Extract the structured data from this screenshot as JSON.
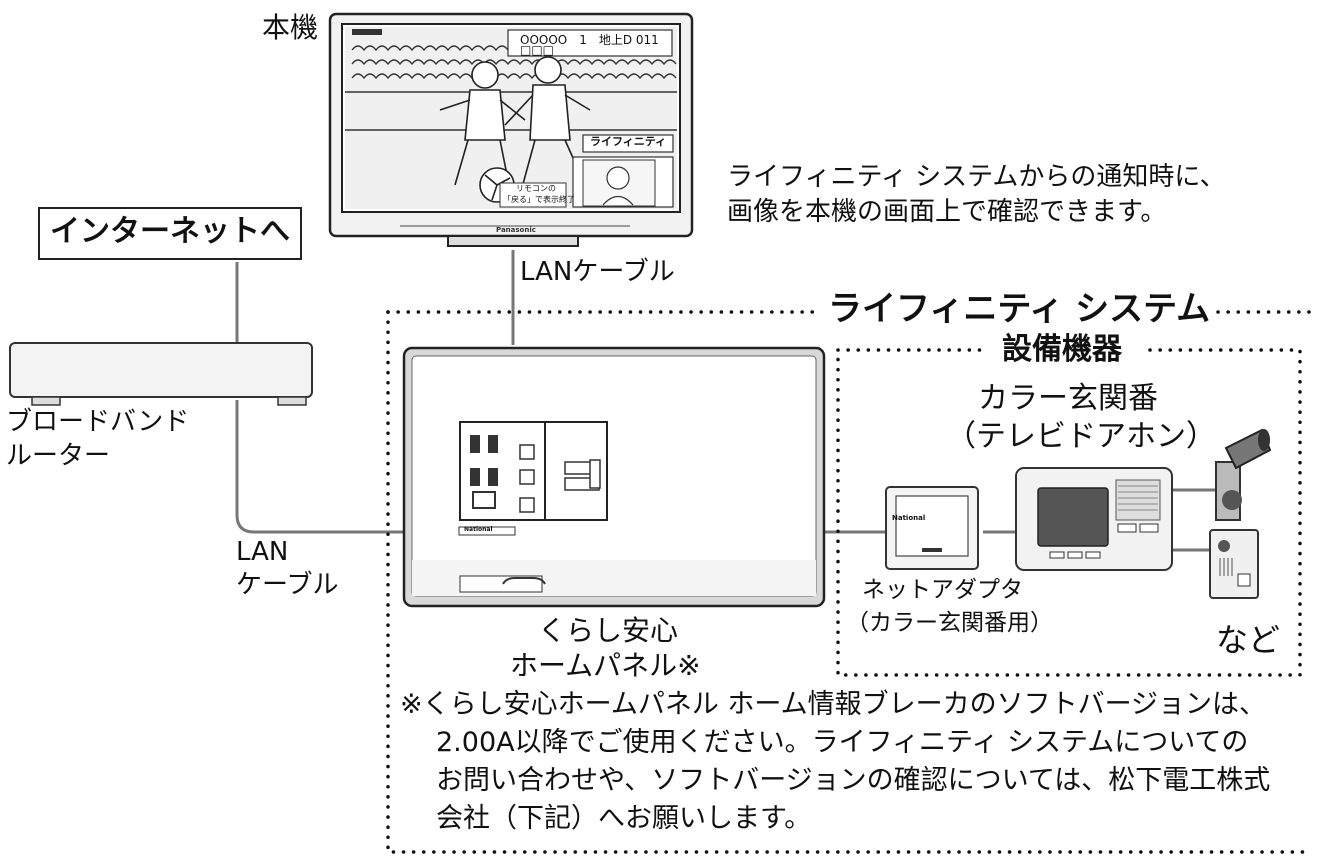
{
  "labels": {
    "tv": "本機",
    "internet": "インターネットへ",
    "router_line1": "ブロードバンド",
    "router_line2": "ルーター",
    "lan_cable_top": "LANケーブル",
    "lan_cable_left_line1": "LAN",
    "lan_cable_left_line2": "ケーブル",
    "notification_line1": "ライフィニティ システムからの通知時に、",
    "notification_line2": "画像を本機の画面上で確認できます。",
    "system_title": "ライフィニティ システム",
    "equipment_title": "設備機器",
    "door_phone_line1": "カラー玄関番",
    "door_phone_line2": "（テレビドアホン）",
    "adapter_line1": "ネットアダプタ",
    "adapter_line2": "（カラー玄関番用）",
    "etc": "など",
    "panel_line1": "くらし安心",
    "panel_line2": "ホームパネル※"
  },
  "tv_screen": {
    "channel_text": "OOOOO　1　地上D 011",
    "sub_text": "□□□",
    "popup_label": "ライフィニティ",
    "remote_line1": "リモコンの",
    "remote_line2": "「戻る」で表示終了",
    "brand": "Panasonic"
  },
  "panel_device": {
    "brand": "National"
  },
  "footnote": [
    "※くらし安心ホームパネル ホーム情報ブレーカのソフトバージョンは、",
    "2.00A以降でご使用ください。ライフィニティ システムについての",
    "お問い合わせや、ソフトバージョンの確認については、松下電工株式",
    "会社（下記）へお願いします。"
  ]
}
